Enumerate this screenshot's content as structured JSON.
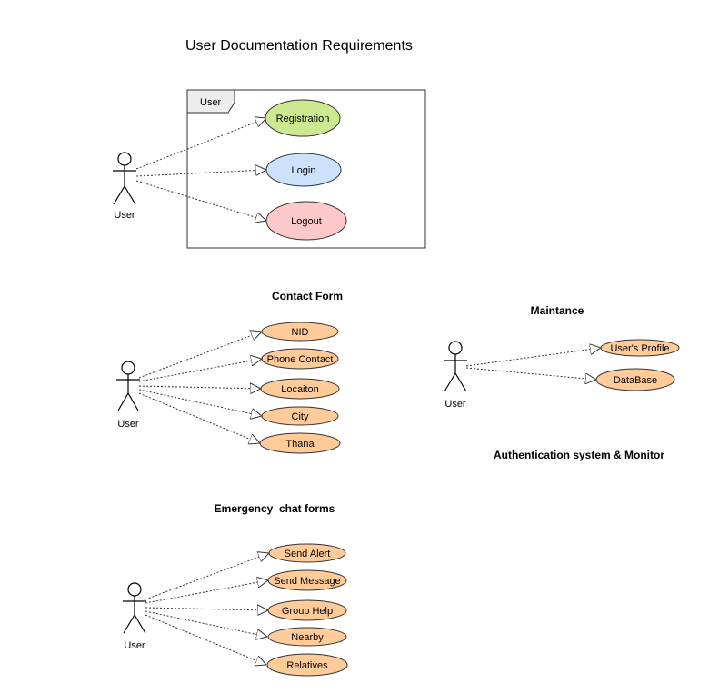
{
  "title": "User Documentation Requirements",
  "colors": {
    "green_fill": "#cce890",
    "blue_fill": "#cce1fb",
    "pink_fill": "#fdc8c8",
    "orange_fill": "#ffcb99",
    "stroke": "#333333",
    "frame_tab": "#ededed"
  },
  "login_section": {
    "frame_label": "User",
    "actor": "User",
    "use_cases": [
      "Registration",
      "Login",
      "Logout"
    ]
  },
  "contact_section": {
    "heading": "Contact Form",
    "actor": "User",
    "use_cases": [
      "NID",
      "Phone Contact",
      "Locaiton",
      "City",
      "Thana"
    ]
  },
  "maintenance_section": {
    "heading": "Maintance",
    "actor": "User",
    "use_cases": [
      "User's Profile",
      "DataBase"
    ],
    "footer": "Authentication system & Monitor"
  },
  "emergency_section": {
    "heading": "Emergency  chat forms",
    "actor": "User",
    "use_cases": [
      "Send Alert",
      "Send Message",
      "Group Help",
      "Nearby",
      "Relatives"
    ]
  }
}
